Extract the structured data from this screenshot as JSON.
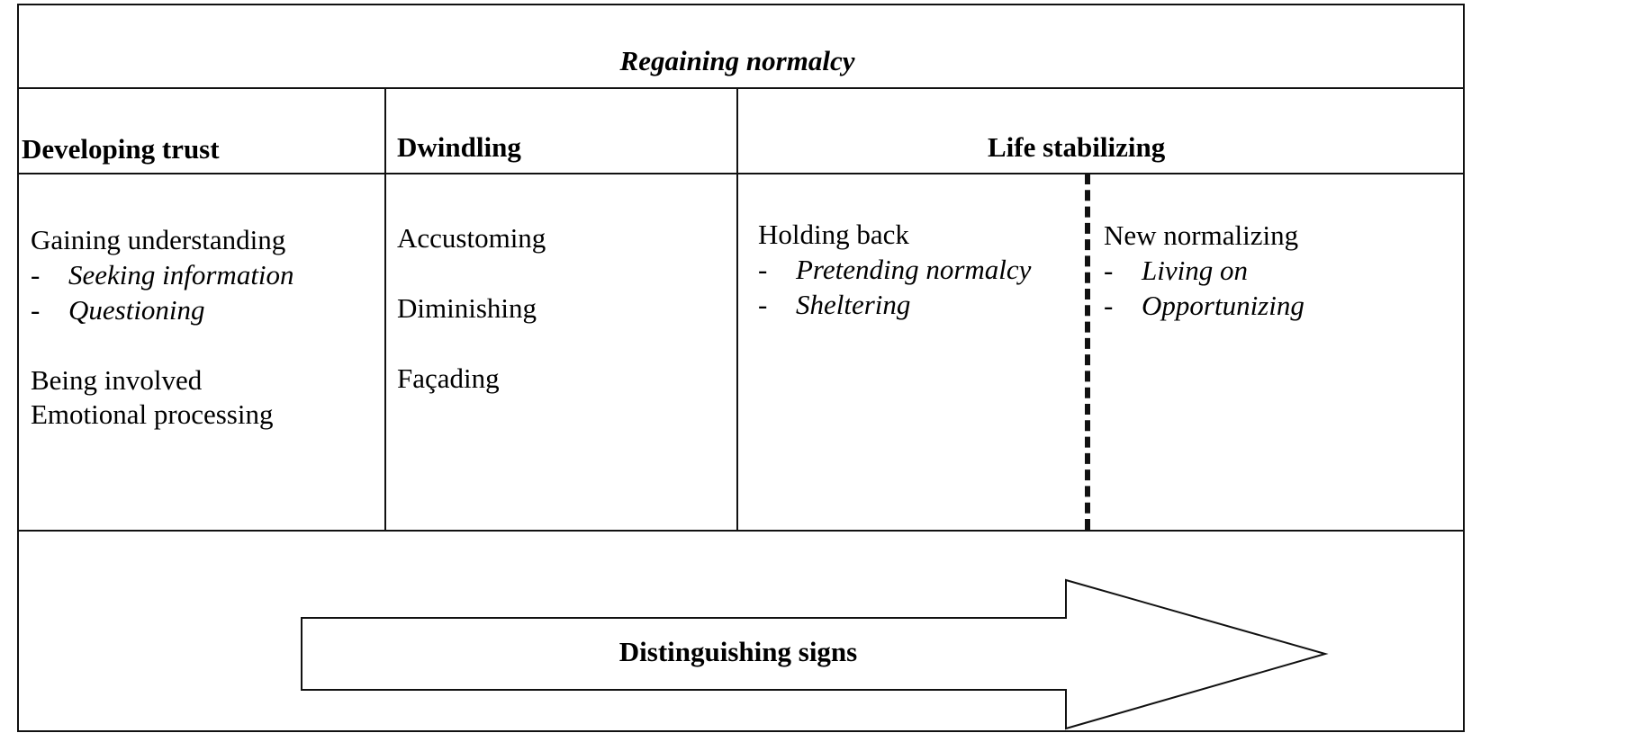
{
  "title": "Regaining normalcy",
  "columns": {
    "developing_trust": {
      "heading": "Developing trust",
      "items": [
        {
          "label": "Gaining understanding",
          "subitems": [
            "Seeking information",
            "Questioning"
          ]
        },
        {
          "label": "Being involved",
          "subitems": []
        },
        {
          "label": "Emotional processing",
          "subitems": []
        }
      ]
    },
    "dwindling": {
      "heading": "Dwindling",
      "items": [
        "Accustoming",
        "Diminishing",
        "Façading"
      ]
    },
    "life_stabilizing": {
      "heading": "Life stabilizing",
      "left": {
        "label": "Holding back",
        "subitems": [
          "Pretending normalcy",
          "Sheltering"
        ]
      },
      "right": {
        "label": "New normalizing",
        "subitems": [
          "Living on",
          "Opportunizing"
        ]
      }
    }
  },
  "arrow": {
    "label": "Distinguishing signs"
  },
  "bullet_dash": "-"
}
